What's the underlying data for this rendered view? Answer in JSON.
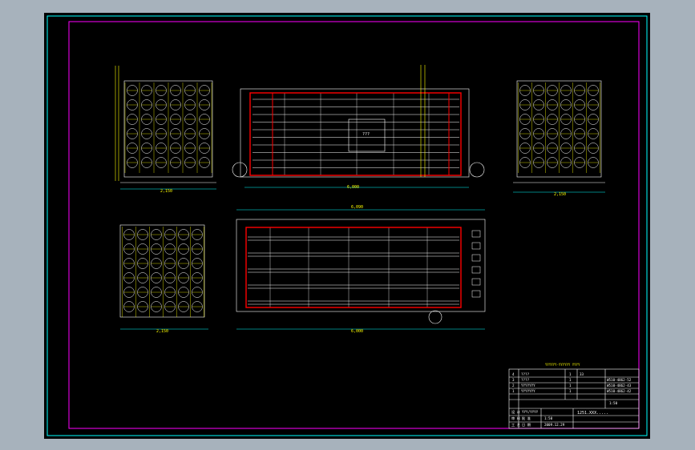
{
  "colors": {
    "frame": "#ff00ff",
    "border": "#00ffff",
    "outline": "#ffffff",
    "detail": "#ffff00",
    "highlight": "#ff0000",
    "background": "#000000",
    "app": "#a7b2bc"
  },
  "views": {
    "front": {
      "dim_total": "6,000",
      "label_center": "???"
    },
    "plan": {
      "dim_top": "6,090",
      "dim_bottom": "6,000"
    },
    "side_left_top": {
      "dim_bottom": "2,150"
    },
    "side_right_top": {
      "dim_bottom": "2,150"
    },
    "side_left_bottom": {
      "dim_bottom": "2,150"
    }
  },
  "title_block": {
    "note": "YYYYYY-YYYYYY  YYYY",
    "parts": [
      {
        "no": "4",
        "name": "????",
        "qty": "1",
        "spec": "33"
      },
      {
        "no": "3",
        "name": "????",
        "qty": "1",
        "spec": "W510-4862-52"
      },
      {
        "no": "2",
        "name": "YYYYYYY",
        "qty": "1",
        "spec": "W510-4862-43"
      },
      {
        "no": "1",
        "name": "YYYYYYY",
        "qty": "1",
        "spec": "W510-4862-42"
      }
    ],
    "rows": [
      {
        "a": "设 计",
        "b": "YYY/YYYY"
      },
      {
        "a": "审 核",
        "b": "批 准",
        "c": "1:50"
      },
      {
        "a": "工 艺",
        "b": "日 期",
        "c": "2009.12.29"
      }
    ],
    "drawing_title": "1251.XXX.....",
    "drawing_no": "1:50"
  }
}
